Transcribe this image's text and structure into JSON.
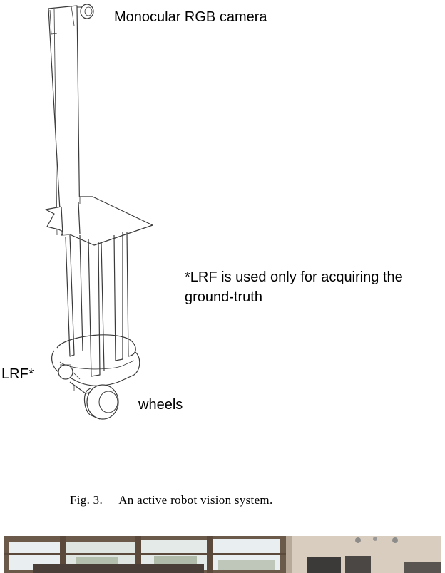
{
  "figure": {
    "labels": {
      "camera": "Monocular RGB camera",
      "lrf_note_line1": "*LRF is used only for acquiring the",
      "lrf_note_line2": "ground-truth",
      "lrf": "LRF*",
      "wheels": "wheels"
    },
    "caption": {
      "number": "Fig. 3.",
      "text": "An active robot vision system."
    }
  },
  "colors": {
    "line": "#3a3a3a",
    "wall": "#d7cbbb",
    "window_frame": "#5b4a3c",
    "sky": "#e9eef0",
    "shelf": "#3c3a38"
  }
}
